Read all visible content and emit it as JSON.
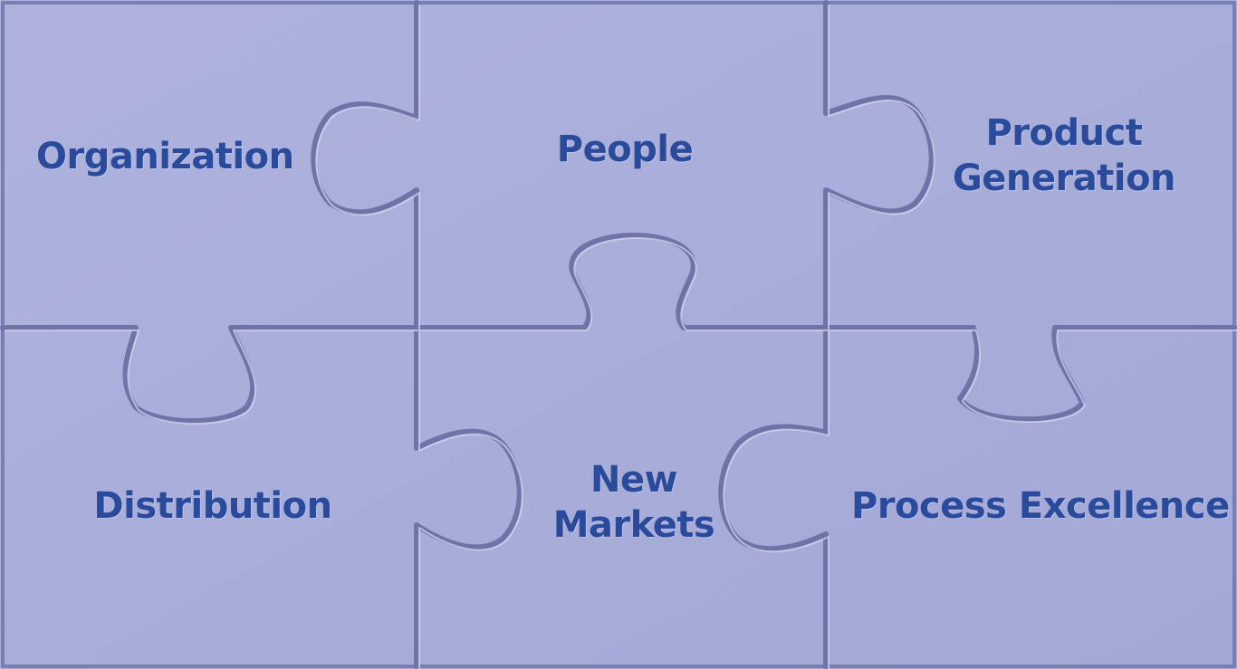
{
  "colors": {
    "background": "#a9add9",
    "label_text": "#2a4a9c",
    "seam_shadow": "#6f74a8",
    "seam_highlight": "#d8daf2"
  },
  "pieces": {
    "organization": {
      "lines": [
        "Organization"
      ]
    },
    "people": {
      "lines": [
        "People"
      ]
    },
    "product_generation": {
      "lines": [
        "Product",
        "Generation"
      ]
    },
    "distribution": {
      "lines": [
        "Distribution"
      ]
    },
    "new_markets": {
      "lines": [
        "New",
        "Markets"
      ]
    },
    "process_excellence": {
      "lines": [
        "Process Excellence"
      ]
    }
  }
}
